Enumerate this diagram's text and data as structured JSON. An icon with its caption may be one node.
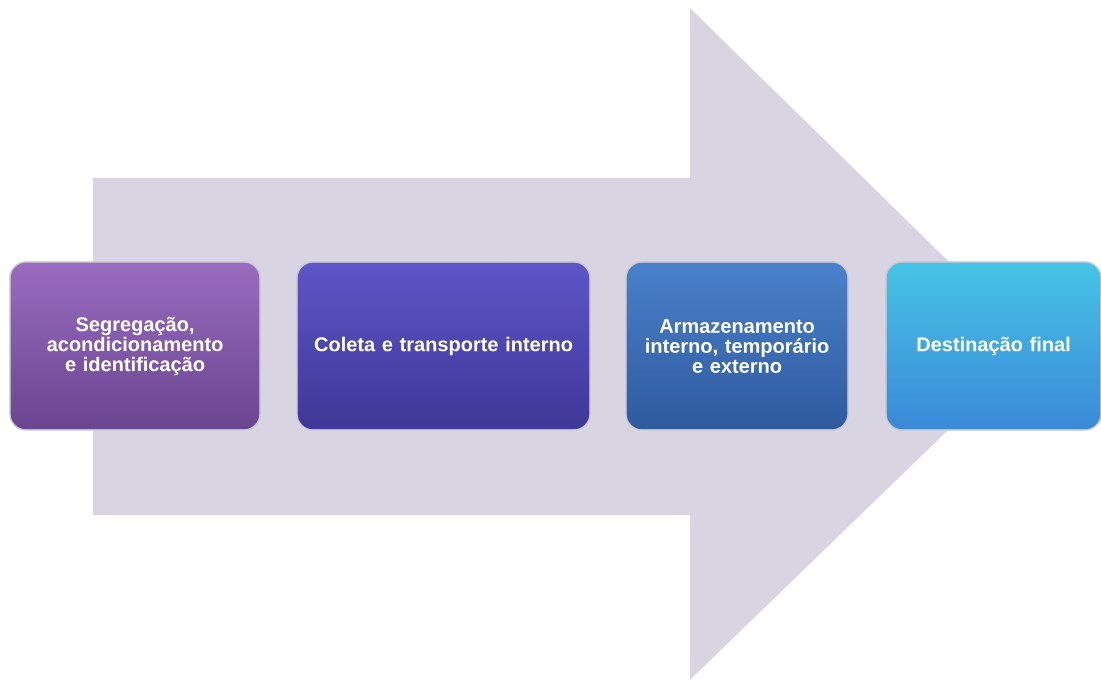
{
  "diagram": {
    "nodes": [
      {
        "text": [
          "Segregação, acondicionamento e identificação"
        ]
      },
      {
        "text": [
          "Coleta e transporte interno"
        ]
      },
      {
        "text": [
          "Armazenamento interno, temporário e externo"
        ]
      },
      {
        "text": [
          "Destinação final"
        ]
      }
    ],
    "edges": [
      {
        "from": 0,
        "to": 3,
        "arrow": "to"
      }
    ]
  }
}
